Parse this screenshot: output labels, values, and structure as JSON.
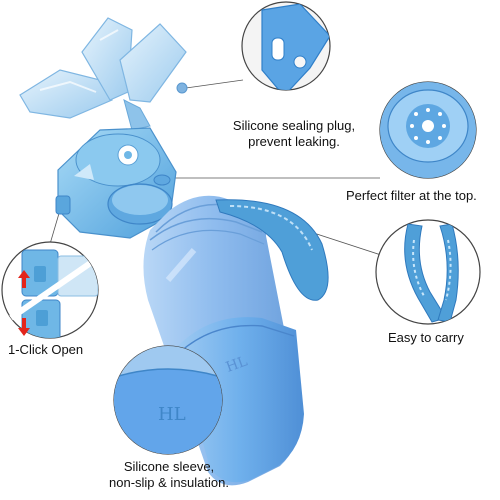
{
  "callouts": {
    "sealing_plug": {
      "line1": "Silicone sealing plug,",
      "line2": "prevent leaking."
    },
    "filter": {
      "text": "Perfect filter at the top."
    },
    "carry": {
      "text": "Easy to carry"
    },
    "open": {
      "text": "1-Click Open"
    },
    "sleeve": {
      "line1": "Silicone sleeve,",
      "line2": "non-slip & insulation."
    }
  },
  "colors": {
    "bottle_blue": "#7fb2ea",
    "cap_blue": "#6fb7e6",
    "deep_blue": "#3f86c8",
    "strap_blue": "#4f9fd8",
    "arrow_red": "#e3241b",
    "leader_line": "#555555"
  },
  "icons": {
    "up_arrow": "red-up-arrow-icon",
    "down_arrow": "red-down-arrow-icon"
  }
}
